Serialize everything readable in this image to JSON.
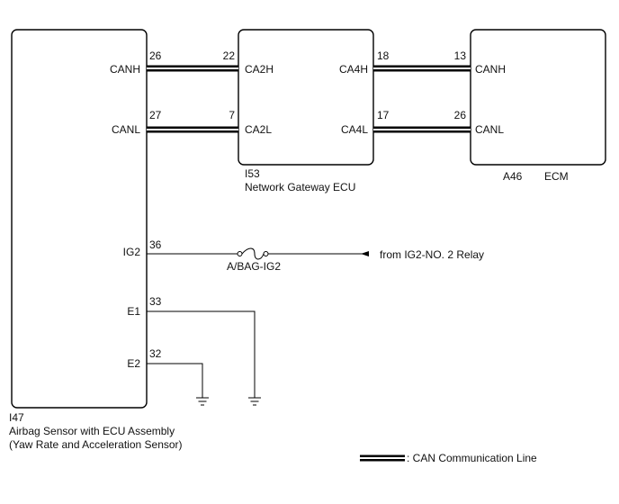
{
  "components": {
    "airbag": {
      "id": "I47",
      "name_line1": "Airbag Sensor with ECU Assembly",
      "name_line2": "(Yaw Rate and Acceleration Sensor)",
      "terminals": {
        "canh": {
          "label": "CANH",
          "pin": "26"
        },
        "canl": {
          "label": "CANL",
          "pin": "27"
        },
        "ig2": {
          "label": "IG2",
          "pin": "36"
        },
        "e1": {
          "label": "E1",
          "pin": "33"
        },
        "e2": {
          "label": "E2",
          "pin": "32"
        }
      }
    },
    "gateway": {
      "id": "I53",
      "name": "Network Gateway ECU",
      "terminals": {
        "ca2h": {
          "label": "CA2H",
          "pin": "22"
        },
        "ca2l": {
          "label": "CA2L",
          "pin": "7"
        },
        "ca4h": {
          "label": "CA4H",
          "pin": "18"
        },
        "ca4l": {
          "label": "CA4L",
          "pin": "17"
        }
      }
    },
    "ecm": {
      "id": "A46",
      "name": "ECM",
      "terminals": {
        "canh": {
          "label": "CANH",
          "pin": "13"
        },
        "canl": {
          "label": "CANL",
          "pin": "26"
        }
      }
    }
  },
  "fuse": {
    "label": "A/BAG-IG2"
  },
  "power_source": {
    "label": "from IG2-NO. 2 Relay"
  },
  "legend": {
    "label": ": CAN Communication Line"
  }
}
